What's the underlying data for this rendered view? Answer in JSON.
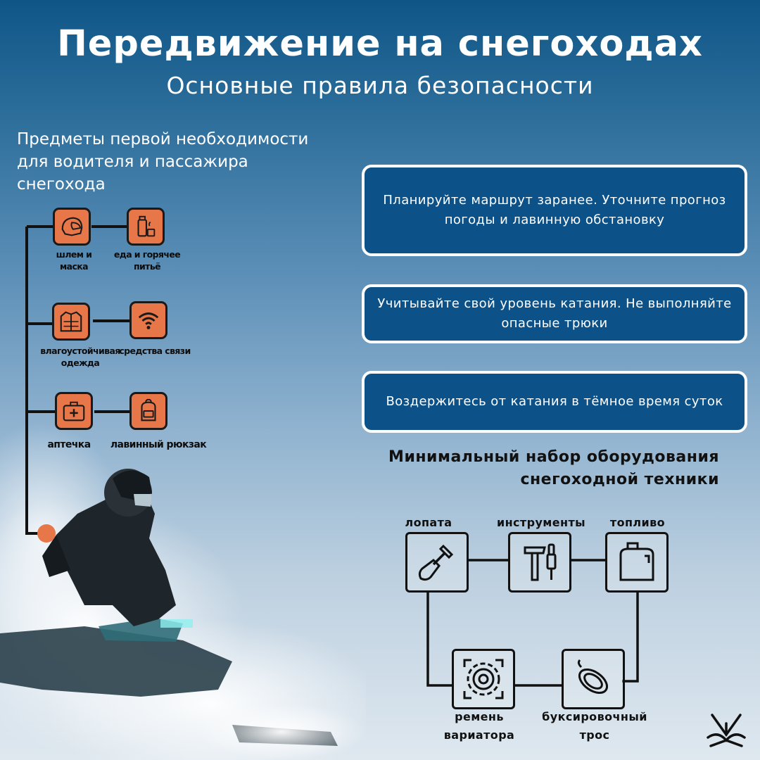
{
  "header": {
    "title": "Передвижение на снегоходах",
    "subtitle": "Основные правила безопасности"
  },
  "essentials": {
    "heading": "Предметы первой необходимости для водителя и пассажира снегохода",
    "items": [
      {
        "label": "шлем и маска",
        "icon": "helmet-icon"
      },
      {
        "label": "еда и горячее питьё",
        "icon": "thermos-icon"
      },
      {
        "label": "влагоустойчивая одежда",
        "icon": "jacket-icon"
      },
      {
        "label": "средства связи",
        "icon": "wifi-icon"
      },
      {
        "label": "аптечка",
        "icon": "first-aid-kit-icon"
      },
      {
        "label": "лавинный рюкзак",
        "icon": "backpack-icon"
      }
    ]
  },
  "rules": [
    "Планируйте маршрут заранее. Уточните прогноз погоды и лавинную обстановку",
    "Учитывайте свой уровень катания. Не выполняйте опасные трюки",
    "Воздержитесь от катания в тёмное время суток"
  ],
  "equipment": {
    "heading": "Минимальный набор оборудования снегоходной техники",
    "items": [
      {
        "label": "лопата",
        "icon": "shovel-icon"
      },
      {
        "label": "инструменты",
        "icon": "tools-icon"
      },
      {
        "label": "топливо",
        "icon": "fuel-canister-icon"
      },
      {
        "label": "ремень вариатора",
        "icon": "gear-icon"
      },
      {
        "label": "буксировочный трос",
        "icon": "rope-icon"
      }
    ]
  },
  "colors": {
    "accent_orange": "#e77748",
    "card_blue": "#0c5288",
    "sky_top": "#0f5687"
  }
}
